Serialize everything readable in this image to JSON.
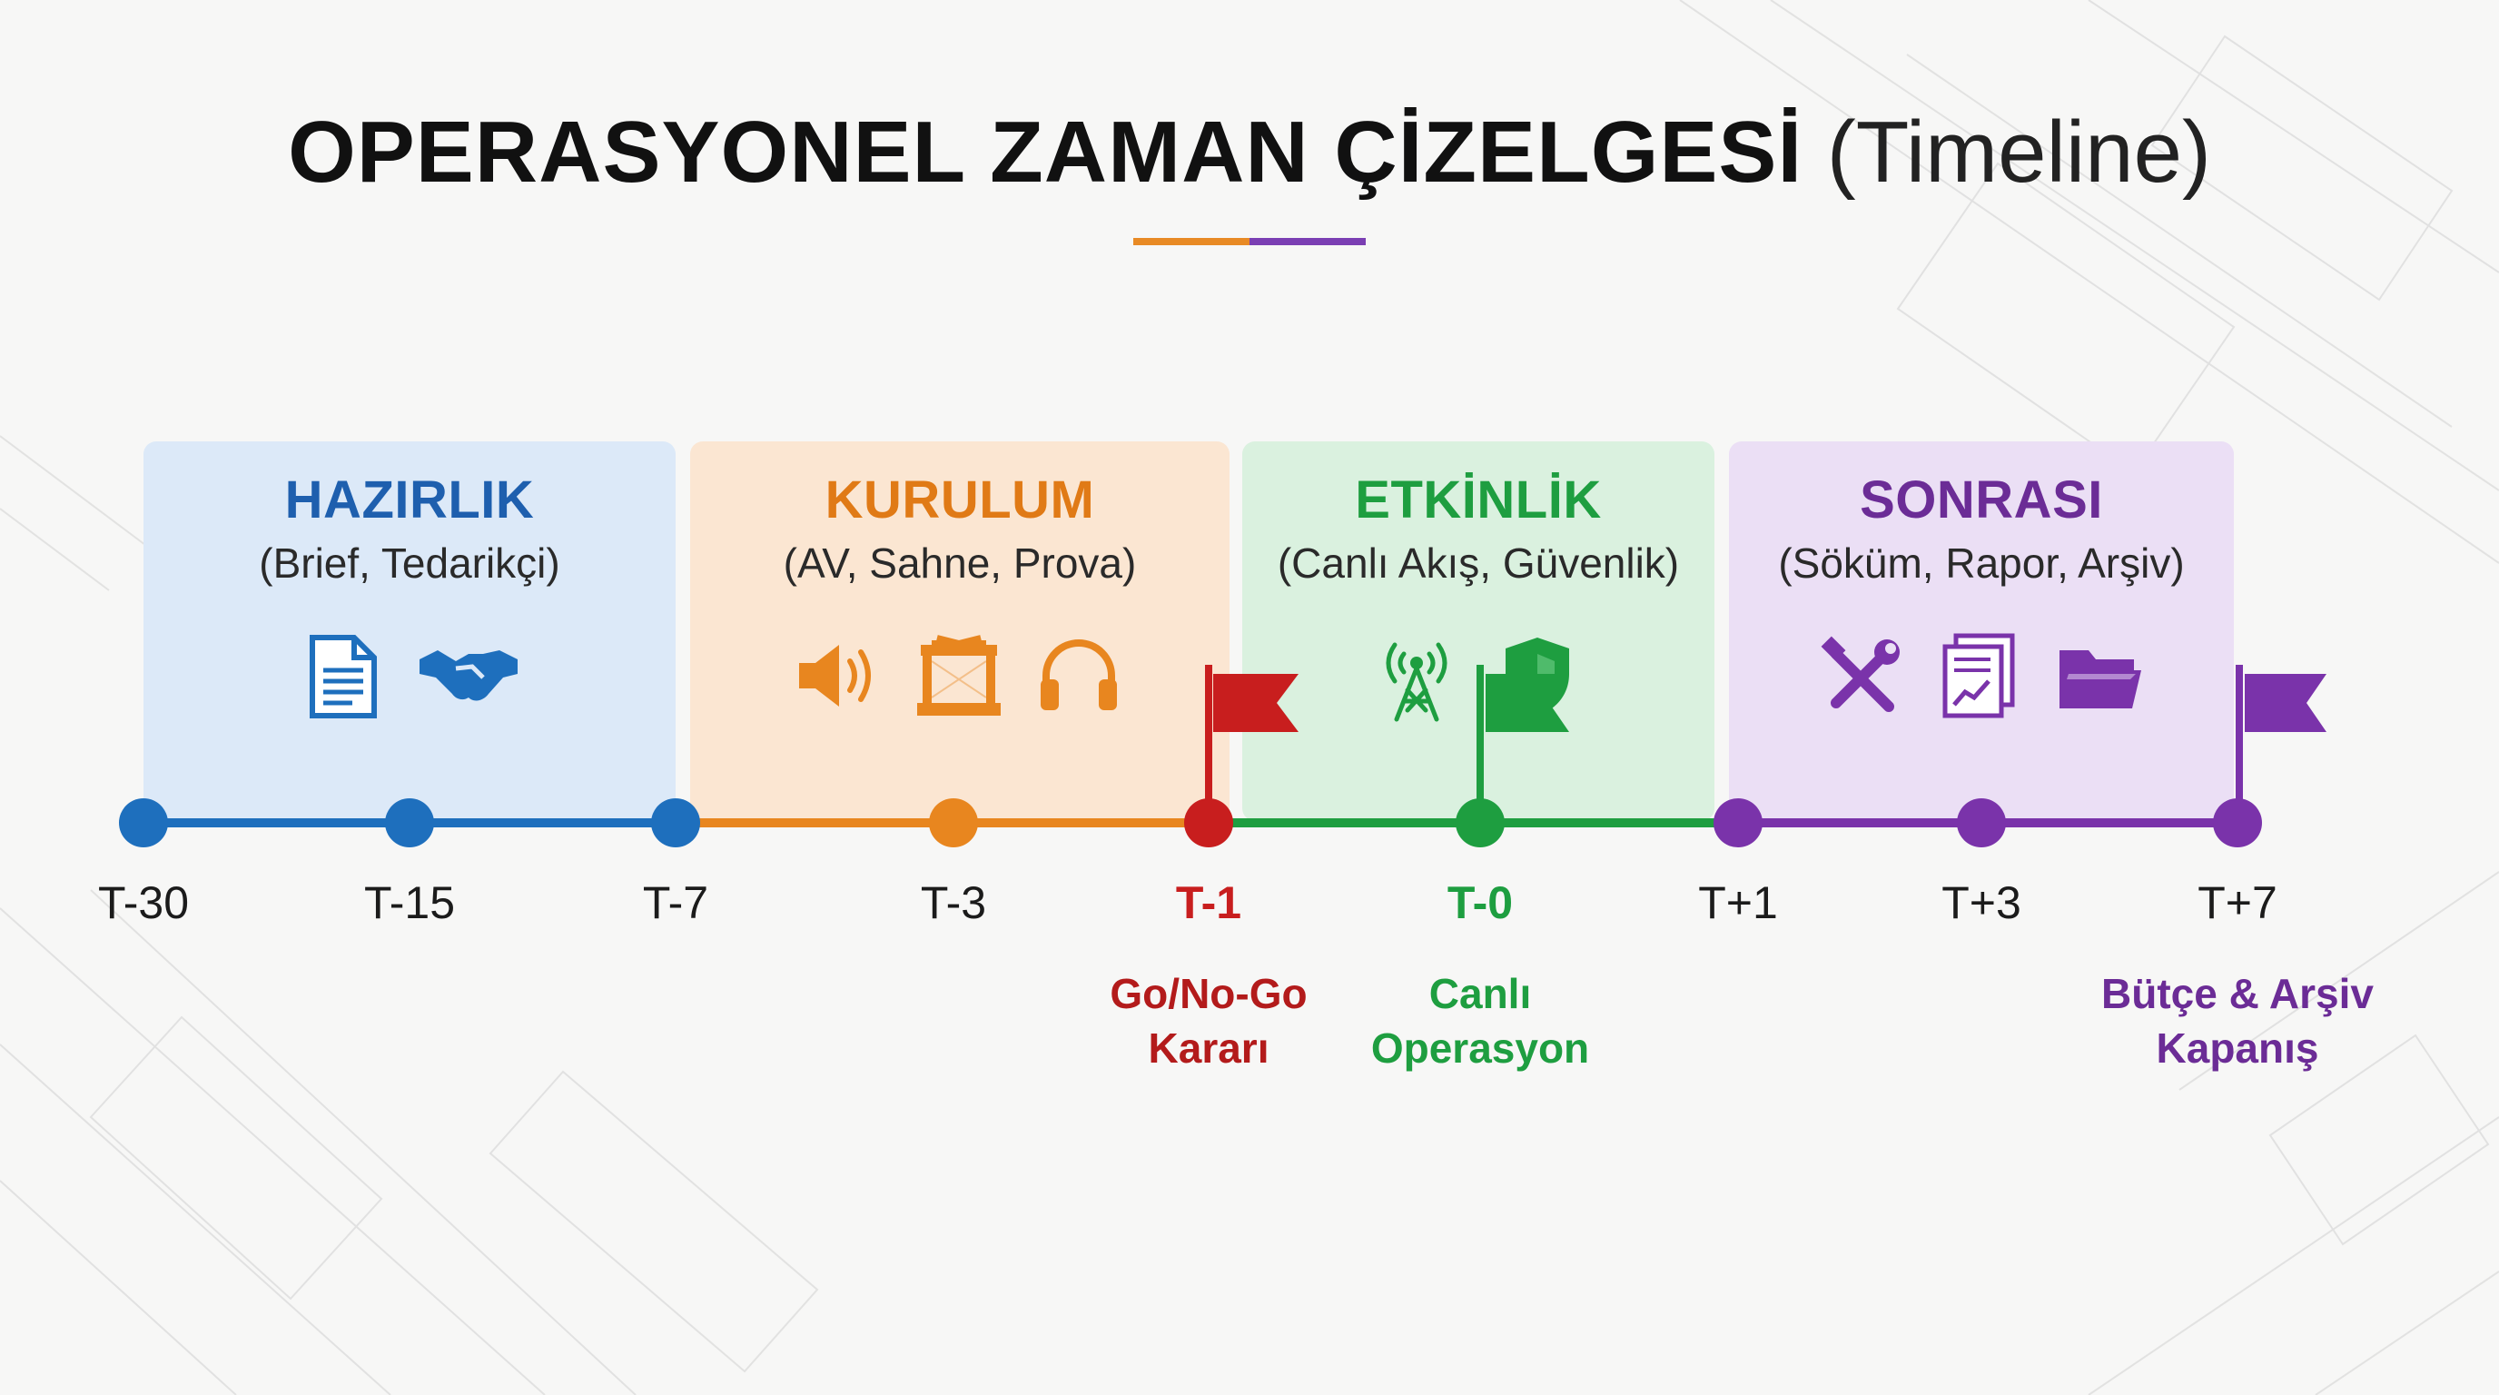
{
  "title": {
    "main": "OPERASYONEL ZAMAN ÇİZELGESİ",
    "sub": "(Timeline)"
  },
  "colors": {
    "blue": "#1e6fbd",
    "orange": "#e8861f",
    "red": "#c81e1e",
    "green": "#1e9e40",
    "purple": "#7a33aa",
    "title_underline": [
      "#e88a25",
      "#7b3fb3"
    ]
  },
  "phases": [
    {
      "title": "HAZIRLIK",
      "desc": "(Brief, Tedarikçi)",
      "icons": [
        "document-icon",
        "handshake-icon"
      ]
    },
    {
      "title": "KURULUM",
      "desc": "(AV, Sahne, Prova)",
      "icons": [
        "speaker-icon",
        "stage-icon",
        "headphones-icon"
      ]
    },
    {
      "title": "ETKİNLİK",
      "desc": "(Canlı Akış, Güvenlik)",
      "icons": [
        "broadcast-tower-icon",
        "shield-icon"
      ]
    },
    {
      "title": "SONRASI",
      "desc": "(Söküm, Rapor, Arşiv)",
      "icons": [
        "tools-icon",
        "report-chart-icon",
        "folder-icon"
      ]
    }
  ],
  "ticks": [
    "T-30",
    "T-15",
    "T-7",
    "T-3",
    "T-1",
    "T-0",
    "T+1",
    "T+3",
    "T+7"
  ],
  "milestones": [
    {
      "tick": "T-1",
      "line1": "Go/No-Go",
      "line2": "Kararı",
      "icon": "red-flag-icon"
    },
    {
      "tick": "T-0",
      "line1": "Canlı",
      "line2": "Operasyon",
      "icon": "green-flag-icon"
    },
    {
      "tick": "T+7",
      "line1": "Bütçe & Arşiv",
      "line2": "Kapanış",
      "icon": "purple-flag-icon"
    }
  ]
}
